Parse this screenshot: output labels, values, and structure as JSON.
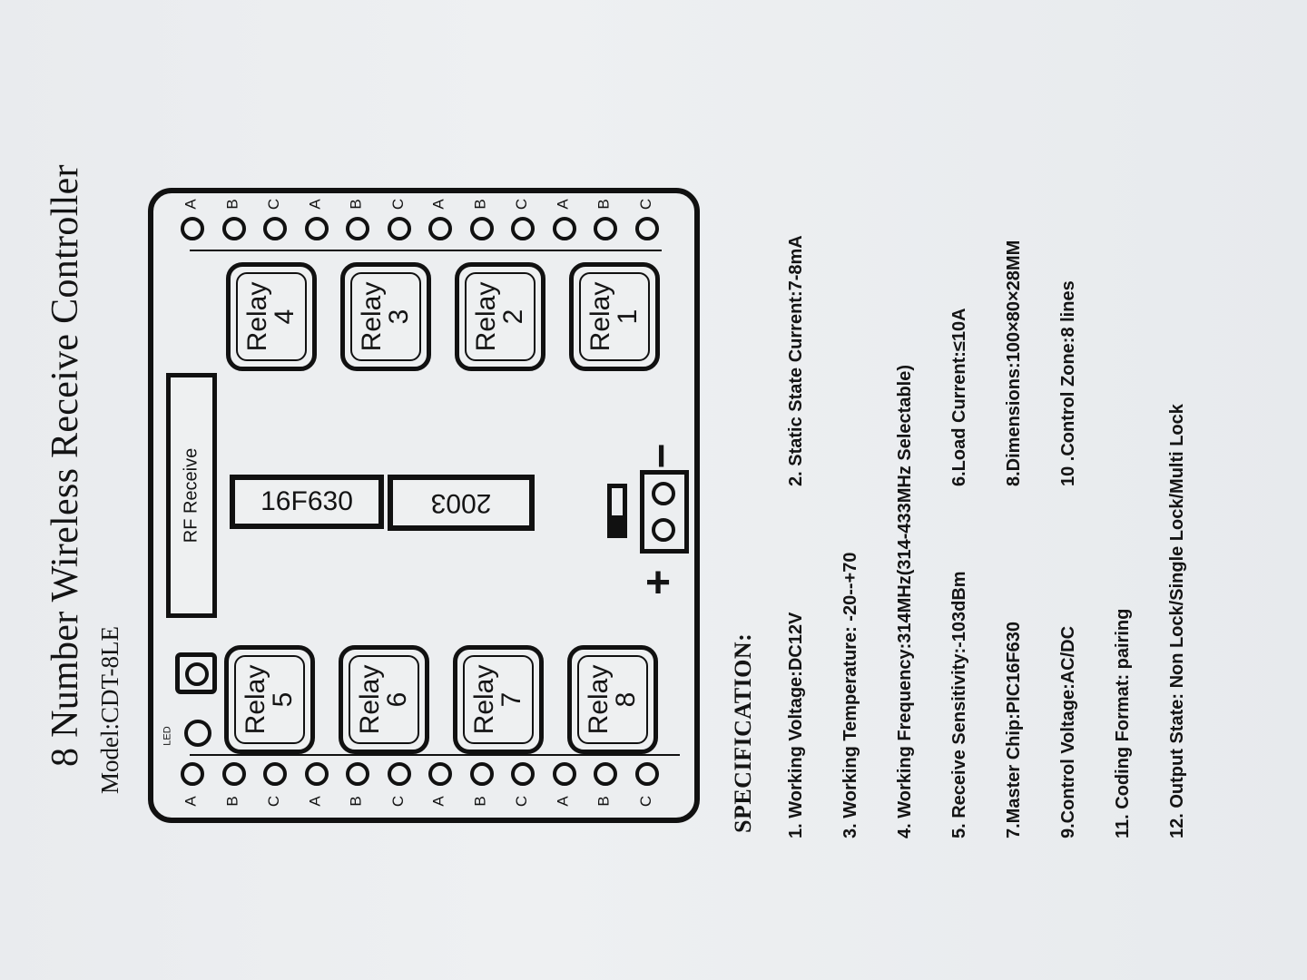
{
  "title": "8 Number Wireless Receive Controller",
  "model": "Model:CDT-8LE",
  "board": {
    "rf_label": "RF Receive",
    "chip1": "16F630",
    "chip2": "2003",
    "led_label": "LED",
    "plus": "+",
    "minus": "−",
    "relays_right": [
      {
        "word": "Relay",
        "num": "4"
      },
      {
        "word": "Relay",
        "num": "3"
      },
      {
        "word": "Relay",
        "num": "2"
      },
      {
        "word": "Relay",
        "num": "1"
      }
    ],
    "relays_left": [
      {
        "word": "Relay",
        "num": "5"
      },
      {
        "word": "Relay",
        "num": "6"
      },
      {
        "word": "Relay",
        "num": "7"
      },
      {
        "word": "Relay",
        "num": "8"
      }
    ],
    "terminal_letters": [
      "A",
      "B",
      "C",
      "A",
      "B",
      "C",
      "A",
      "B",
      "C",
      "A",
      "B",
      "C"
    ]
  },
  "spec_heading": "SPECIFICATION:",
  "specs": [
    "1. Working Voltage:DC12V",
    "2. Static State Current:7-8mA",
    "3. Working Temperature: -20--+70",
    "4. Working Frequency:314MHz(314-433MHz Selectable)",
    "5. Receive Sensitivity:-103dBm",
    "6.Load Current:≤10A",
    "7.Master Chip:PIC16F630",
    "8.Dimensions:100×80×28MM",
    "9.Control Voltage:AC/DC",
    "10 .Control Zone:8 lines",
    "11. Coding Format: pairing",
    "12. Output State: Non Lock/Single Lock/Multi Lock"
  ]
}
